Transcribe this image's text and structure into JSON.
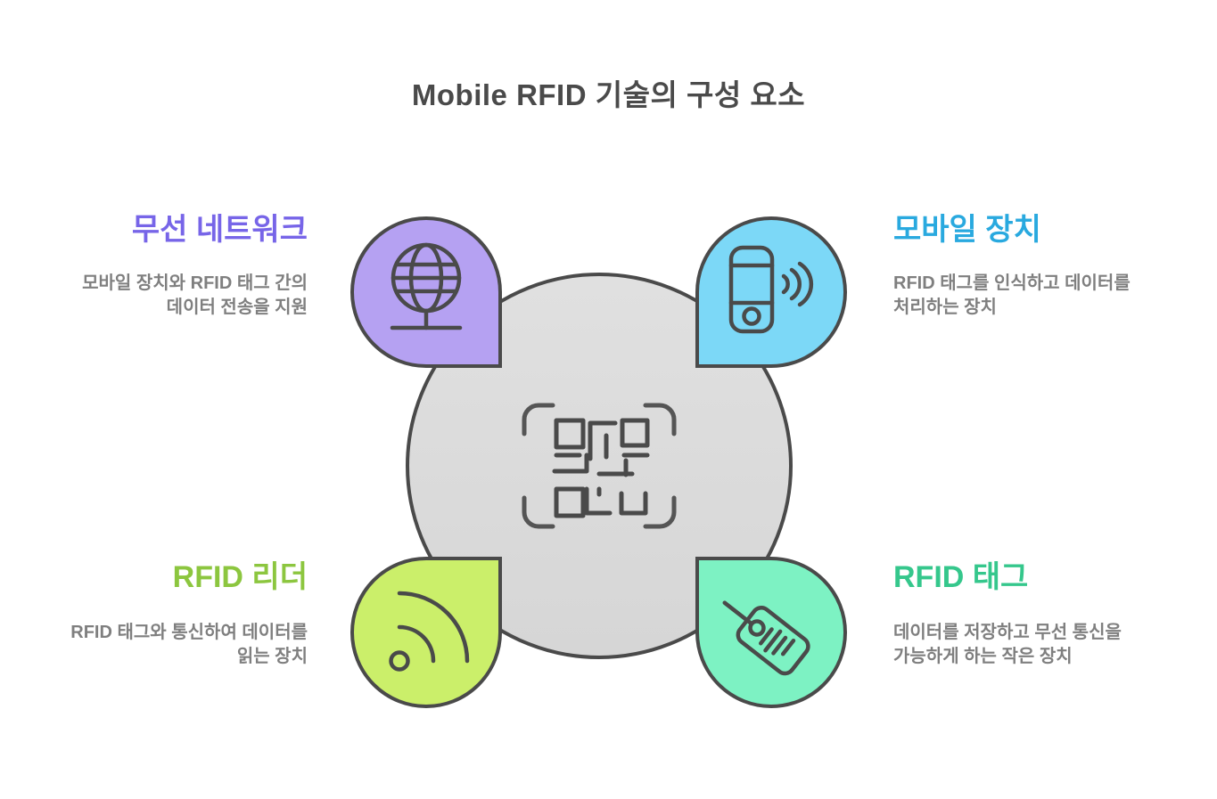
{
  "title": "Mobile RFID 기술의 구성 요소",
  "center": {
    "icon": "qr-scan-icon",
    "circle_fill": "#DCDCDC",
    "outline_color": "#4A4A4A"
  },
  "components": [
    {
      "id": "wireless-network",
      "position": "top-left",
      "heading": "무선 네트워크",
      "description_line1": "모바일 장치와 RFID 태그 간의",
      "description_line2": "데이터 전송을 지원",
      "icon": "globe-network-icon",
      "heading_color": "#7765E8",
      "shape_fill": "#B5A1F2"
    },
    {
      "id": "mobile-device",
      "position": "top-right",
      "heading": "모바일 장치",
      "description_line1": "RFID 태그를 인식하고 데이터를",
      "description_line2": "처리하는 장치",
      "icon": "mobile-phone-signal-icon",
      "heading_color": "#29A9DF",
      "shape_fill": "#7CD8F7"
    },
    {
      "id": "rfid-reader",
      "position": "bottom-left",
      "heading": "RFID 리더",
      "description_line1": "RFID 태그와 통신하여 데이터를",
      "description_line2": "읽는 장치",
      "icon": "rfid-signal-icon",
      "heading_color": "#8CC63F",
      "shape_fill": "#CBEF6A"
    },
    {
      "id": "rfid-tag",
      "position": "bottom-right",
      "heading": "RFID 태그",
      "description_line1": "데이터를 저장하고 무선 통신을",
      "description_line2": "가능하게 하는 작은 장치",
      "icon": "price-tag-icon",
      "heading_color": "#35C78C",
      "shape_fill": "#7DF2C3"
    }
  ],
  "text_colors": {
    "title": "#4A4A4A",
    "description": "#7F7F7F"
  }
}
